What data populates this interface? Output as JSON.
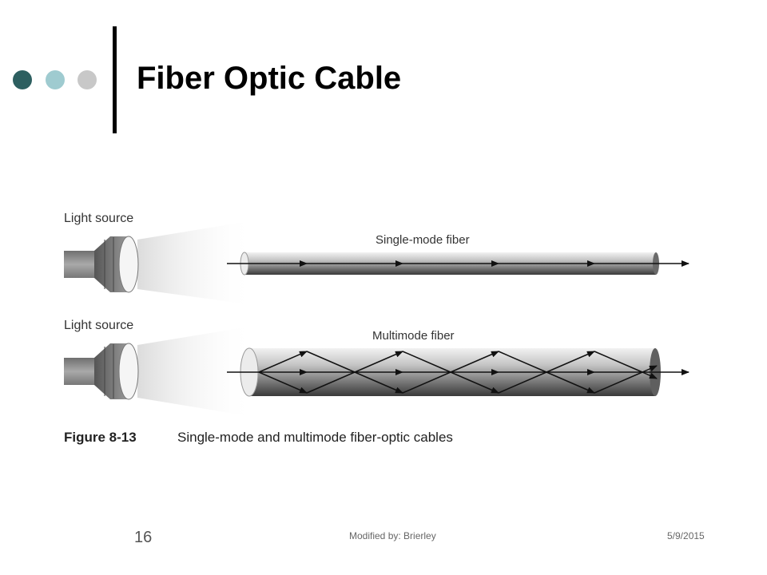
{
  "slide": {
    "title": "Fiber Optic Cable",
    "footer_author": "Modified by: Brierley",
    "footer_date": "5/9/2015",
    "slide_number": "16"
  },
  "theme": {
    "dot_colors": [
      "#2d5f60",
      "#9fcbd0",
      "#c8c8c8"
    ]
  },
  "figure": {
    "top_source_label": "Light source",
    "bottom_source_label": "Light source",
    "single_mode_label": "Single-mode fiber",
    "multimode_label": "Multimode fiber",
    "caption_number": "Figure 8-13",
    "caption_text": "Single-mode and multimode fiber-optic cables"
  }
}
